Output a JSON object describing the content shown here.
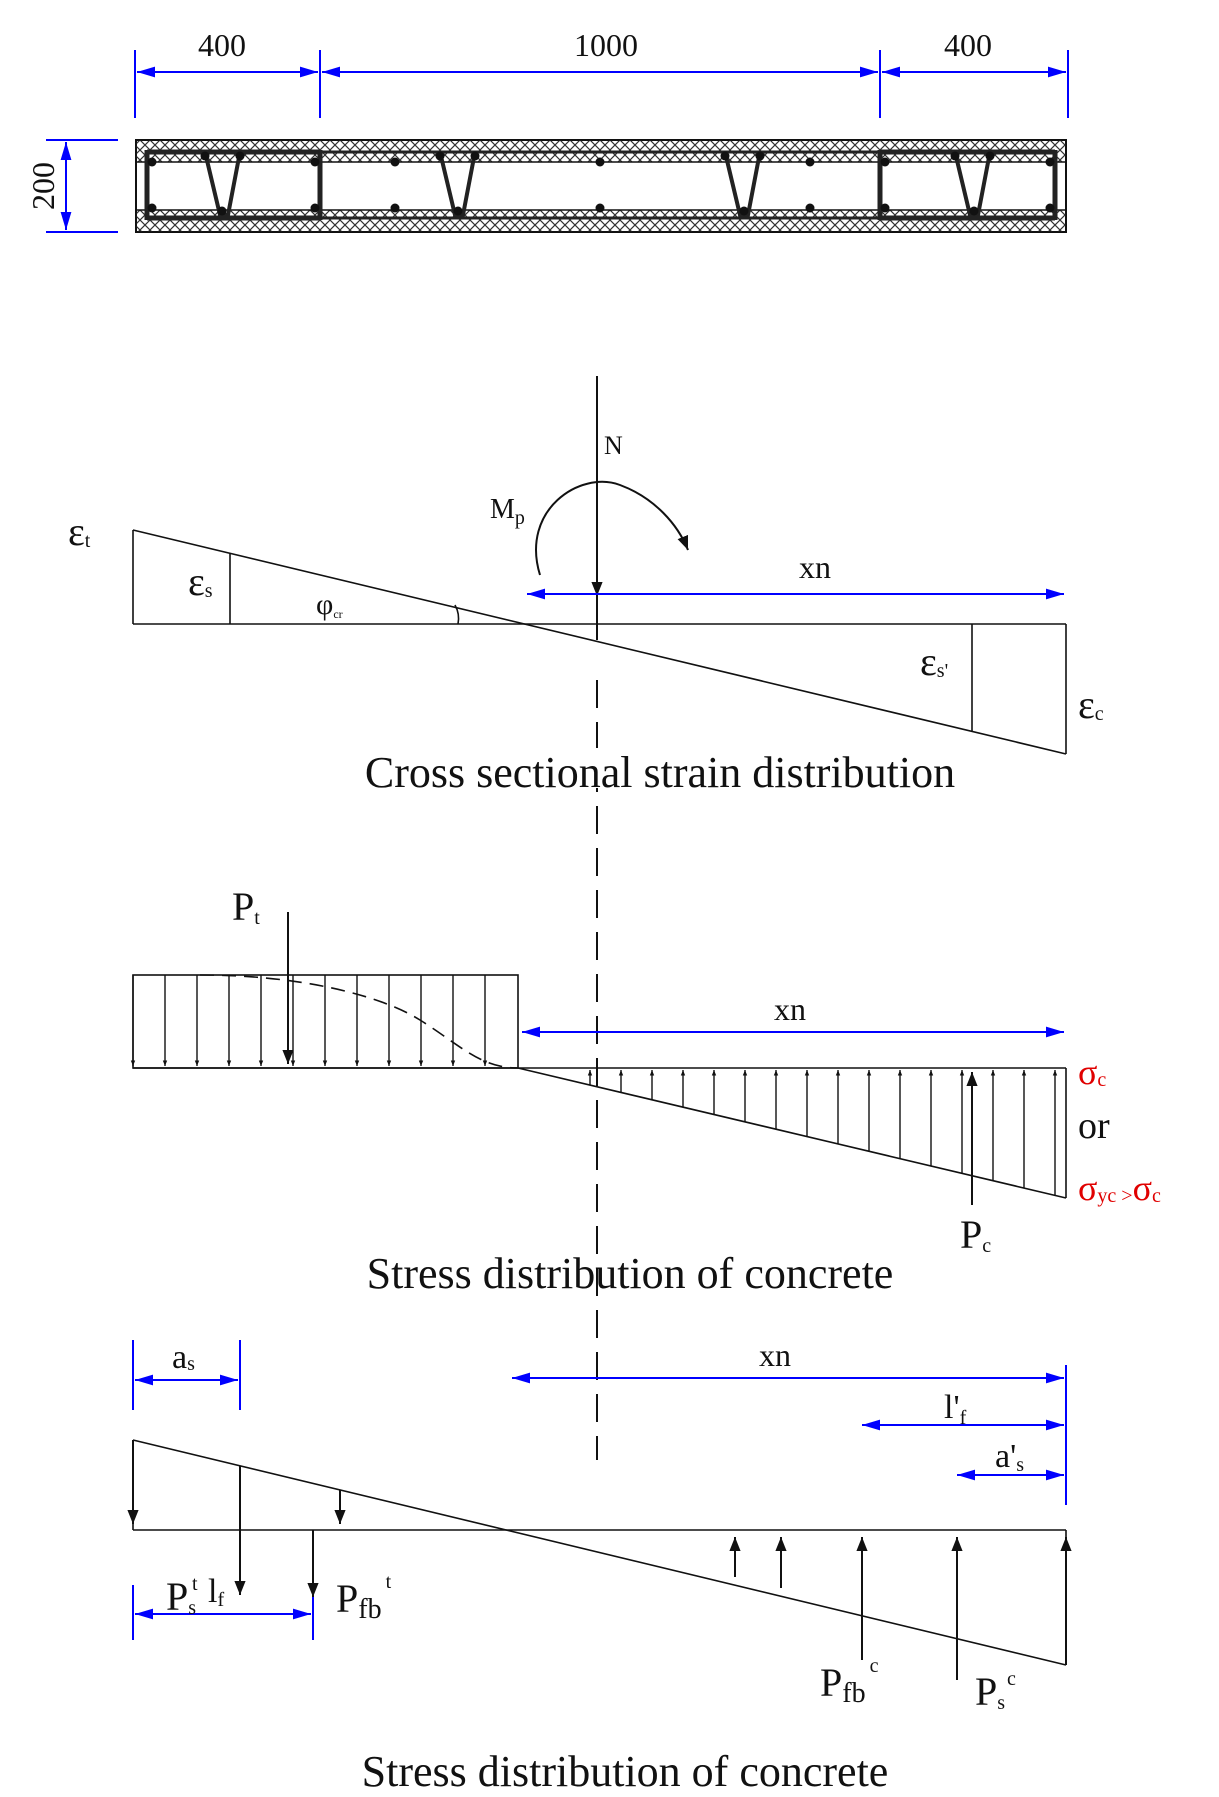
{
  "section": {
    "dims": {
      "left": "400",
      "middle": "1000",
      "right": "400",
      "height": "200"
    }
  },
  "strain": {
    "title": "Cross sectional strain distribution",
    "axial_force": "N",
    "moment": {
      "base": "M",
      "sub": "p"
    },
    "curvature": {
      "base": "φ",
      "sub": "cr"
    },
    "neutral_depth": "xn",
    "eps_t": {
      "base": "ε",
      "sub": "t"
    },
    "eps_s": {
      "base": "ε",
      "sub": "s"
    },
    "eps_s_prime": {
      "base": "ε",
      "sub": "s'"
    },
    "eps_c": {
      "base": "ε",
      "sub": "c"
    }
  },
  "stress_concrete": {
    "title": "Stress distribution of concrete",
    "tension_force": {
      "base": "P",
      "sub": "t"
    },
    "compression_force": {
      "base": "P",
      "sub": "c"
    },
    "neutral_depth": "xn",
    "sigma_c": {
      "base": "σ",
      "sub": "c"
    },
    "or_text": "or",
    "sigma_yc": {
      "base": "σ",
      "sub": "yc >",
      "base2": "σ",
      "sub2": "c"
    },
    "highlight_color": "#e00000"
  },
  "stress_steel": {
    "title": "Stress distribution of concrete",
    "neutral_depth": "xn",
    "a_s": {
      "base": "a",
      "sub": "s"
    },
    "l_prime_f": {
      "base": "l'",
      "sub": "f"
    },
    "a_prime_s": {
      "base": "a'",
      "sub": "s"
    },
    "l_f": {
      "base": "l",
      "sub": "f"
    },
    "ps_t": {
      "base": "P",
      "sub": "s",
      "sup": "t"
    },
    "pfb_t": {
      "base": "P",
      "sub": "fb",
      "sup": "t"
    },
    "pfb_c": {
      "base": "P",
      "sub": "fb",
      "sup": "c"
    },
    "ps_c": {
      "base": "P",
      "sub": "s",
      "sup": "c"
    }
  },
  "colors": {
    "dimension": "#0000ff",
    "line": "#111111",
    "hatch": "#333333"
  }
}
